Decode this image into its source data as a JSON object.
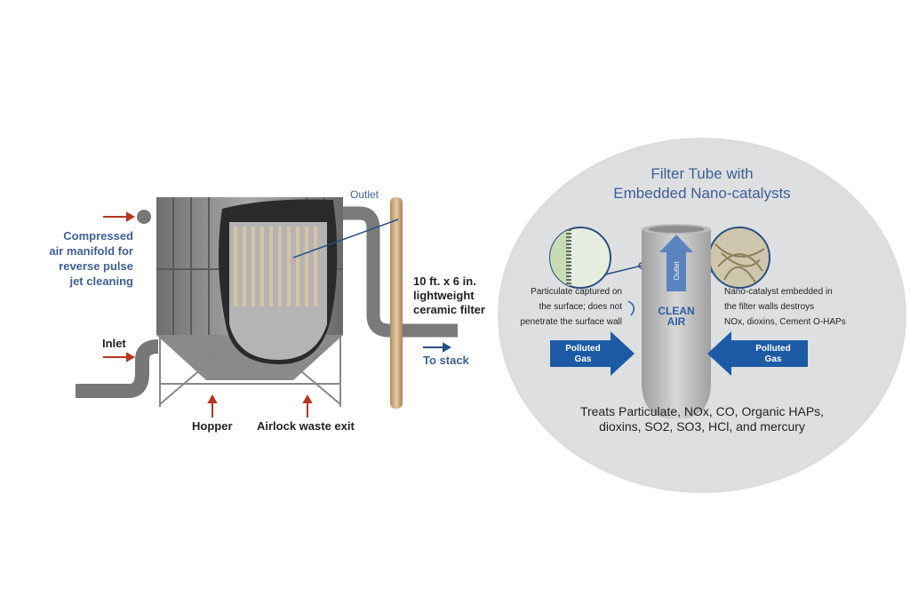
{
  "left_diagram": {
    "outlet_label": "Outlet",
    "manifold_label": [
      "Compressed",
      "air manifold for",
      "reverse pulse",
      "jet cleaning"
    ],
    "filter_label": [
      "10 ft. x 6 in.",
      "lightweight",
      "ceramic filter"
    ],
    "inlet_label": "Inlet",
    "to_stack_label": "To stack",
    "hopper_label": "Hopper",
    "airlock_label": "Airlock waste exit"
  },
  "right_diagram": {
    "title": [
      "Filter Tube with",
      "Embedded Nano-catalysts"
    ],
    "left_caption": [
      "Particulate captured on",
      "the surface; does not",
      "penetrate the surface wall"
    ],
    "right_caption": [
      "Nano-catalyst embedded in",
      "the filter walls destroys",
      "NOx, dioxins, Cement O-HAPs"
    ],
    "outlet_arrow_label": "Outlet",
    "clean_air_label": [
      "CLEAN",
      "AIR"
    ],
    "polluted_gas_left": [
      "Polluted",
      "Gas"
    ],
    "polluted_gas_right": [
      "Polluted",
      "Gas"
    ],
    "treats_text": [
      "Treats Particulate, NOx, CO, Organic HAPs,",
      "dioxins, SO2, SO3, HCl, and mercury"
    ]
  },
  "colors": {
    "label_blue": "#3f5f93",
    "arrow_red": "#b5361f",
    "arrow_blue": "#1d5aa6",
    "circle_bg": "#dedfe1"
  }
}
